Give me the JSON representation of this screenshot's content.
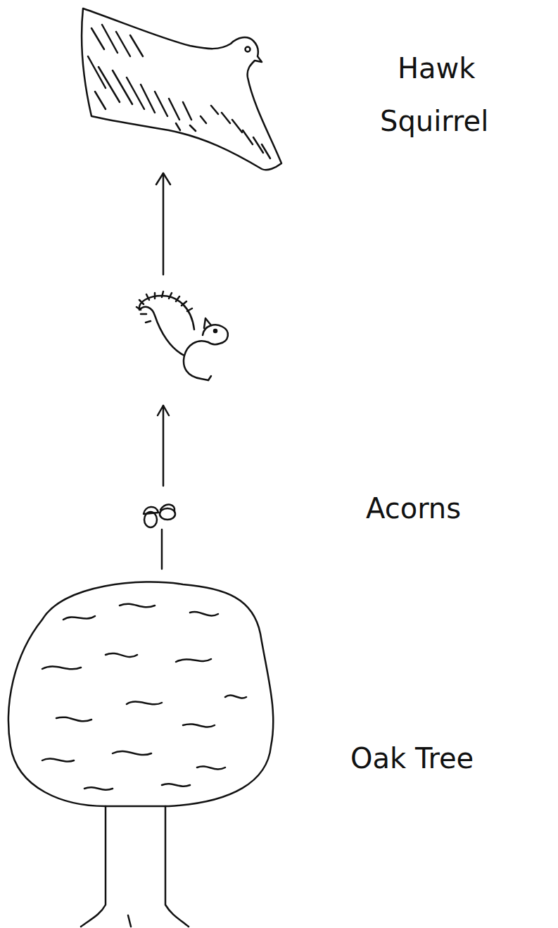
{
  "diagram": {
    "labels": [
      "Hawk",
      "Squirrel",
      "Acorns",
      "Oak Tree"
    ]
  }
}
